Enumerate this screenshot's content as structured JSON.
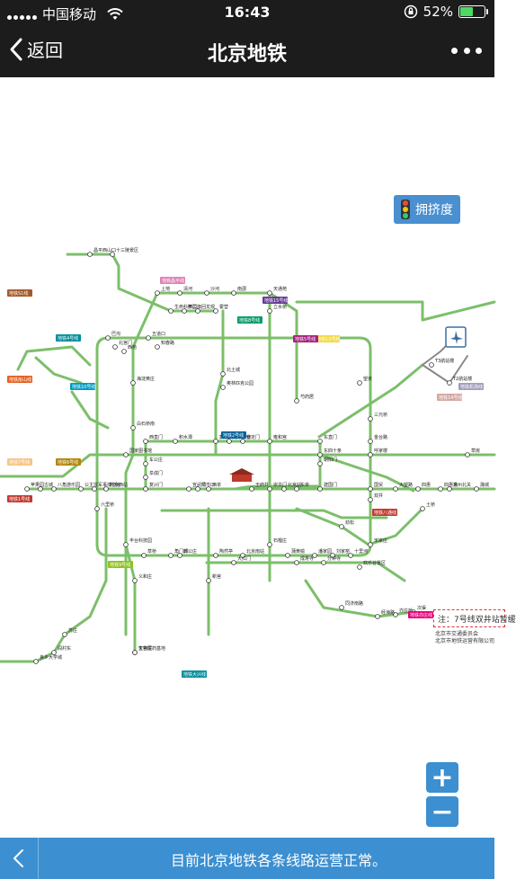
{
  "status_bar": {
    "carrier": "中国移动",
    "time": "16:43",
    "battery": "52%",
    "battery_level": 0.52
  },
  "nav": {
    "back_label": "返回",
    "title": "北京地铁"
  },
  "controls": {
    "crowding_label": "拥挤度",
    "zoom_in": "+",
    "zoom_out": "−"
  },
  "banner": {
    "message": "目前北京地铁各条线路运营正常。"
  },
  "map": {
    "note": "注：7号线双井站暂缓",
    "footer": [
      "北京市交通委员会",
      "北京市地铁运营有限公司"
    ],
    "line_labels": [
      {
        "text": "地铁昌平线",
        "color": "#de82b2"
      },
      {
        "text": "地铁13号线",
        "color": "#f4da40"
      },
      {
        "text": "地铁15号线",
        "color": "#653b94"
      },
      {
        "text": "地铁5号线",
        "color": "#a6217f"
      },
      {
        "text": "地铁8号线",
        "color": "#009b6b"
      },
      {
        "text": "地铁4号线",
        "color": "#008e9c"
      },
      {
        "text": "地铁10号线",
        "color": "#009bc0"
      },
      {
        "text": "地铁6号线",
        "color": "#b58500"
      },
      {
        "text": "地铁1号线",
        "color": "#c23a30"
      },
      {
        "text": "地铁2号线",
        "color": "#006098"
      },
      {
        "text": "地铁7号线",
        "color": "#f6c582"
      },
      {
        "text": "地铁14号线",
        "color": "#d5a7a1"
      },
      {
        "text": "地铁9号线",
        "color": "#8fc31f"
      },
      {
        "text": "地铁房山线",
        "color": "#e46022"
      },
      {
        "text": "地铁大兴线",
        "color": "#008e9c"
      },
      {
        "text": "地铁亦庄线",
        "color": "#e40077"
      },
      {
        "text": "地铁八通线",
        "color": "#c23a30"
      },
      {
        "text": "地铁机场线",
        "color": "#a29bbb"
      },
      {
        "text": "地铁S1线",
        "color": "#a45a2a"
      }
    ],
    "stations": [
      "西直门",
      "东直门",
      "北京站",
      "北京西站",
      "建国门",
      "复兴门",
      "宣武门",
      "崇文门",
      "朝阳门",
      "东四十条",
      "雍和宫",
      "安定门",
      "鼓楼大街",
      "积水潭",
      "车公庄",
      "阜成门",
      "西单",
      "王府井",
      "东单",
      "国贸",
      "大望路",
      "四惠",
      "四惠东",
      "公主坟",
      "军事博物馆",
      "海淀黄庄",
      "知春路",
      "西二旗",
      "回龙观",
      "霍营",
      "立水桥",
      "望京",
      "三元桥",
      "T3航站楼",
      "T2航站楼",
      "宋家庄",
      "刘家窑",
      "天宫院",
      "郭公庄",
      "苹果园",
      "八角游乐园",
      "古城",
      "天通苑",
      "南锣鼓巷",
      "北土城",
      "奥林匹克公园",
      "芍药居",
      "呼家楼",
      "金台路",
      "十里河",
      "潘家园",
      "劲松",
      "双井",
      "北京南站",
      "菜市口",
      "陶然亭",
      "角门西",
      "草桥",
      "六里桥",
      "丰台科技园",
      "白石桥南",
      "国家图书馆",
      "巴沟",
      "五道口",
      "上地",
      "清河",
      "沙河",
      "南邵",
      "十三陵景区",
      "昌平西山口",
      "生命科学园",
      "次渠",
      "亦庄桥",
      "经海路",
      "同济南路",
      "土桥",
      "通州北关",
      "潞城",
      "草房",
      "良乡大学城",
      "阎村东",
      "苏庄",
      "北宫门",
      "西苑",
      "义和庄",
      "生物医药基地",
      "新宫",
      "大红门",
      "石榴庄",
      "成寿寺",
      "分钟寺",
      "欢乐谷景区",
      "蒲黄榆"
    ]
  }
}
